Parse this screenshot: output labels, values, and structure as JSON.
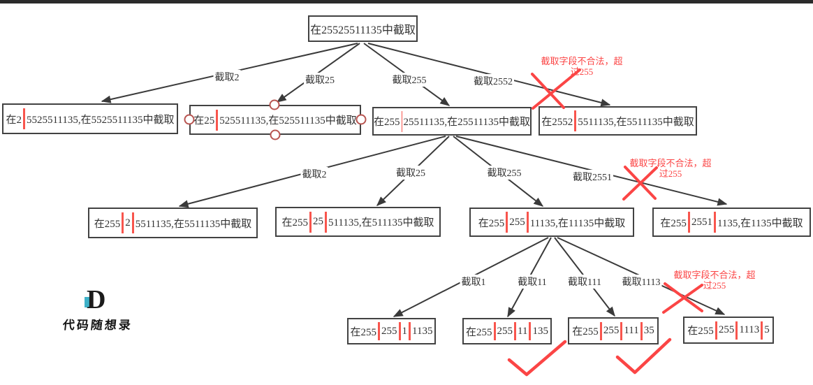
{
  "colors": {
    "topbar": "#2b2b2b",
    "line": "#3a3a3a",
    "border": "#424242",
    "ink": "#333333",
    "red": "#fb4545",
    "bar": "#f8554d",
    "teal": "#3eb1c8",
    "handle": "#b85450",
    "bg": "#ffffff"
  },
  "logo": {
    "letter": "D",
    "text": "代码随想录"
  },
  "annotation": {
    "line1": "截取字段不合法，超",
    "line2": "过255"
  },
  "nodes": {
    "root": {
      "text": "在25525511135中截取"
    },
    "a": {
      "segments": [
        "在2",
        "5525511135,在5525511135中截取"
      ]
    },
    "b": {
      "segments": [
        "在25",
        "525511135,在525511135中截取"
      ]
    },
    "c": {
      "segments": [
        "在255",
        "25511135,在25511135中截取"
      ]
    },
    "d": {
      "segments": [
        "在2552",
        "5511135,在5511135中截取"
      ]
    },
    "e": {
      "segments": [
        "在255",
        "2",
        "5511135,在5511135中截取"
      ]
    },
    "f": {
      "segments": [
        "在255",
        "25",
        "511135,在511135中截取"
      ]
    },
    "g": {
      "segments": [
        "在255",
        "255",
        "11135,在11135中截取"
      ]
    },
    "h": {
      "segments": [
        "在255",
        "2551",
        "1135,在1135中截取"
      ]
    },
    "i": {
      "segments": [
        "在255",
        "255",
        "1",
        "1135"
      ]
    },
    "j": {
      "segments": [
        "在255",
        "255",
        "11",
        "135"
      ]
    },
    "k": {
      "segments": [
        "在255",
        "255",
        "111",
        "35"
      ]
    },
    "l": {
      "segments": [
        "在255",
        "255",
        "1113",
        "5"
      ]
    }
  },
  "edge_labels": {
    "l1": [
      "截取2",
      "截取25",
      "截取255",
      "截取2552"
    ],
    "l2": [
      "截取2",
      "截取25",
      "截取255",
      "截取2551"
    ],
    "l3": [
      "截取1",
      "截取11",
      "截取111",
      "截取1113"
    ]
  }
}
